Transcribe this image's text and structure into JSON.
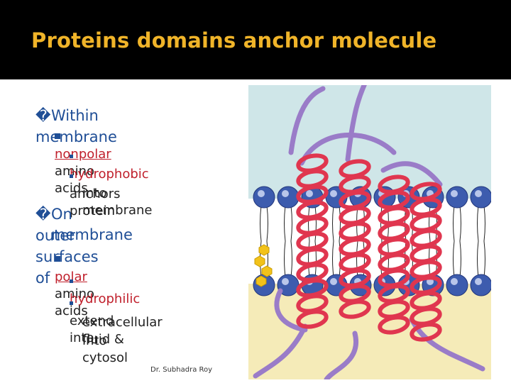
{
  "slide": {
    "title": "Proteins domains anchor molecule",
    "bullet_marker": "�",
    "sections": [
      {
        "heading": "Within membrane",
        "sub_prefix": "nonpolar",
        "sub_suffix": " amino acids",
        "details": [
          "hydrophobic",
          "anchors protein",
          "into membrane"
        ]
      },
      {
        "heading_line1": "On outer surfaces of",
        "heading_line2": "membrane",
        "sub_prefix": "polar",
        "sub_suffix": " amino acids",
        "details": [
          "hydrophilic",
          "extend into",
          "extracellular fluid &",
          "into cytosol"
        ]
      }
    ],
    "footer": "Dr. Subhadra Roy"
  },
  "colors": {
    "title": "#f0b429",
    "heading": "#1f4e96",
    "highlight": "#c0202c",
    "helix": "#e0364f",
    "loop": "#9a7cc8",
    "head": "#3d5cae",
    "extracellular": "#cfe6e8",
    "cytosol": "#f5ebb8"
  }
}
